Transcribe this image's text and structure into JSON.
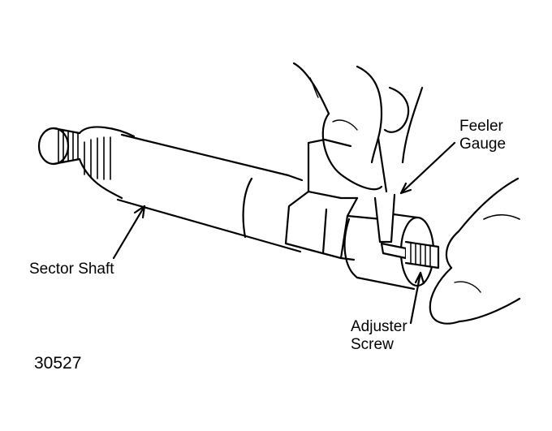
{
  "labels": {
    "feeler_gauge": [
      "Feeler",
      "Gauge"
    ],
    "sector_shaft": "Sector Shaft",
    "adjuster_screw": [
      "Adjuster",
      "Screw"
    ],
    "figure_number": "30527"
  },
  "colors": {
    "ink": "#000000",
    "paper": "#ffffff"
  }
}
